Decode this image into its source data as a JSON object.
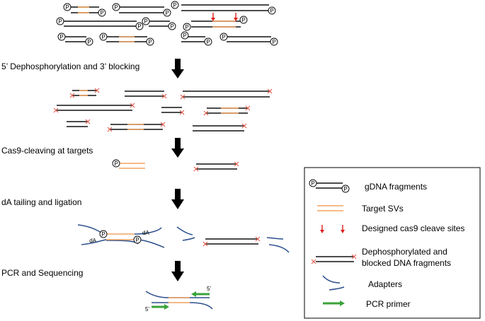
{
  "colors": {
    "dna": "#111111",
    "target": "#f4a460",
    "cleave": "#e02020",
    "block": "#e06050",
    "adapter": "#2c4f8c",
    "primer": "#3aa23a"
  },
  "steps": {
    "s1": "5’ Dephosphorylation and 3’ blocking",
    "s2": "Cas9-cleaving at targets",
    "s3": "dA tailing and ligation",
    "s4": "PCR and Sequencing"
  },
  "labels": {
    "phosphate": "P",
    "da": "dA",
    "five_prime": "5’"
  },
  "legend": {
    "gdna": "gDNA fragments",
    "target": "Target SVs",
    "cleave": "Designed cas9 cleave sites",
    "dephos_line1": "Dephosphorylated and",
    "dephos_line2": "blocked DNA fragments",
    "adapters": "Adapters",
    "primer": "PCR primer"
  }
}
